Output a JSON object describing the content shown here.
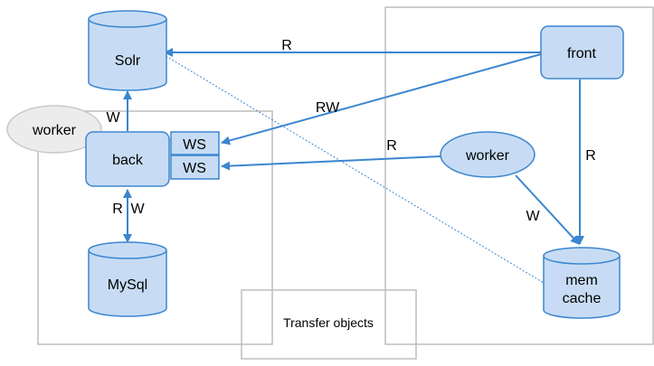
{
  "diagram": {
    "colors": {
      "node_fill": "#c7dcf4",
      "node_stroke": "#3b86cf",
      "edge": "#3b86cf",
      "frame": "#bdbdbd",
      "worker_gray_fill": "#ececec",
      "worker_gray_stroke": "#c8c8c8"
    },
    "nodes": {
      "solr": "Solr",
      "back": "back",
      "ws1": "WS",
      "ws2": "WS",
      "mysql": "MySql",
      "worker_left": "worker",
      "front": "front",
      "worker_right": "worker",
      "memcache_line1": "mem",
      "memcache_line2": "cache",
      "transfer_objects": "Transfer objects"
    },
    "edge_labels": {
      "front_to_solr": "R",
      "front_to_ws": "RW",
      "back_to_solr": "W",
      "worker_to_ws": "R",
      "front_to_memcache": "R",
      "worker_to_memcache": "W",
      "back_mysql_r": "R",
      "back_mysql_w": "W"
    }
  }
}
